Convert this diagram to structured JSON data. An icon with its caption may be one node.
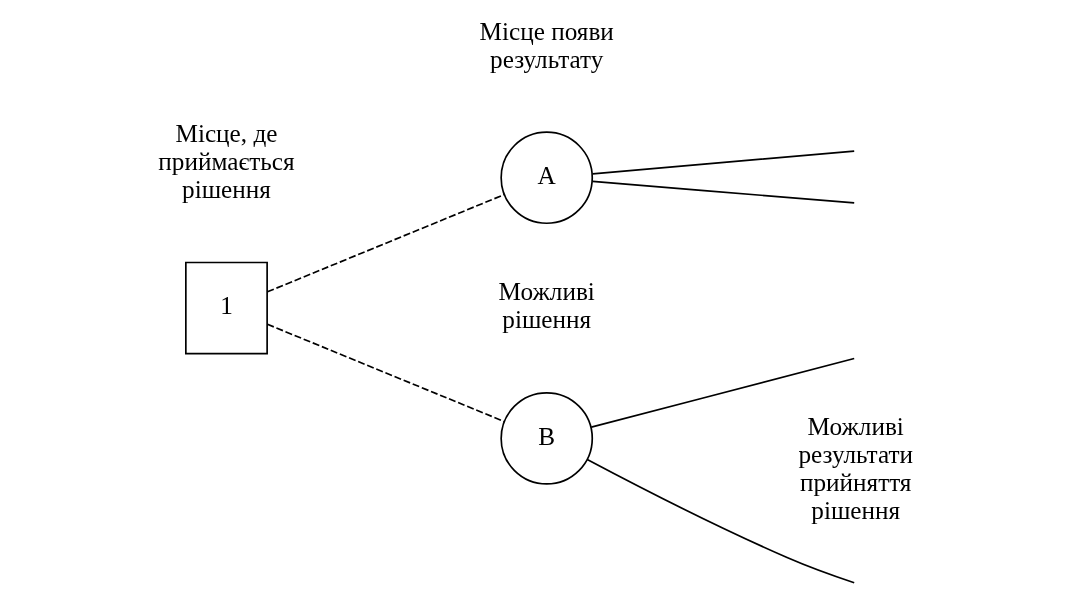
{
  "diagram": {
    "nodes": [
      {
        "text": [
          "1"
        ],
        "beside": [
          "Місце, де приймається рішення"
        ]
      },
      {
        "text": [
          "A"
        ],
        "beside": [
          "Місце появи результату"
        ]
      },
      {
        "text": [
          "B"
        ]
      }
    ],
    "edges": [
      {
        "from": 0,
        "to": 1,
        "arrow": "none",
        "style": "dashed"
      },
      {
        "from": 0,
        "to": 2,
        "arrow": "none",
        "style": "dashed"
      },
      {
        "from": 1,
        "to": null,
        "arrow": "none"
      },
      {
        "from": 1,
        "to": null,
        "arrow": "none"
      },
      {
        "from": 2,
        "to": null,
        "arrow": "none"
      },
      {
        "from": 2,
        "to": null,
        "arrow": "none"
      }
    ],
    "labels": [
      "Можливі рішення",
      "Можливі результати прийняття рішення"
    ]
  }
}
